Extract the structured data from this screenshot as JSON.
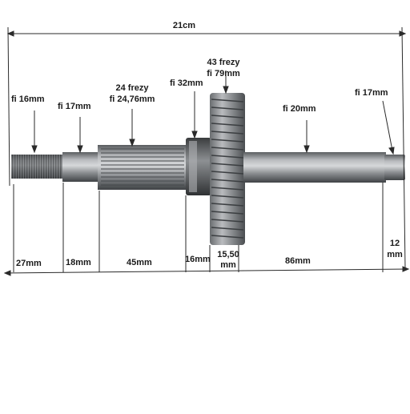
{
  "overall_length": "21cm",
  "diameters": {
    "left_thread": "fi 16mm",
    "left_journal": "fi 17mm",
    "spline_teeth": "24 frezy",
    "spline_diameter": "fi 24,76mm",
    "collar": "fi 32mm",
    "gear_teeth": "43 frezy",
    "gear_diameter": "fi 79mm",
    "main_shaft": "fi 20mm",
    "right_journal": "fi 17mm"
  },
  "lengths": {
    "thread": "27mm",
    "journal": "18mm",
    "spline": "45mm",
    "collar": "16mm",
    "gear_a": "15,50",
    "gear_b": "mm",
    "shaft": "86mm",
    "end_a": "12",
    "end_b": "mm"
  },
  "colors": {
    "line": "#2a2a2a",
    "steel_dark": "#4a4d50",
    "steel_mid": "#8c8f92",
    "steel_light": "#c9cbcd"
  }
}
